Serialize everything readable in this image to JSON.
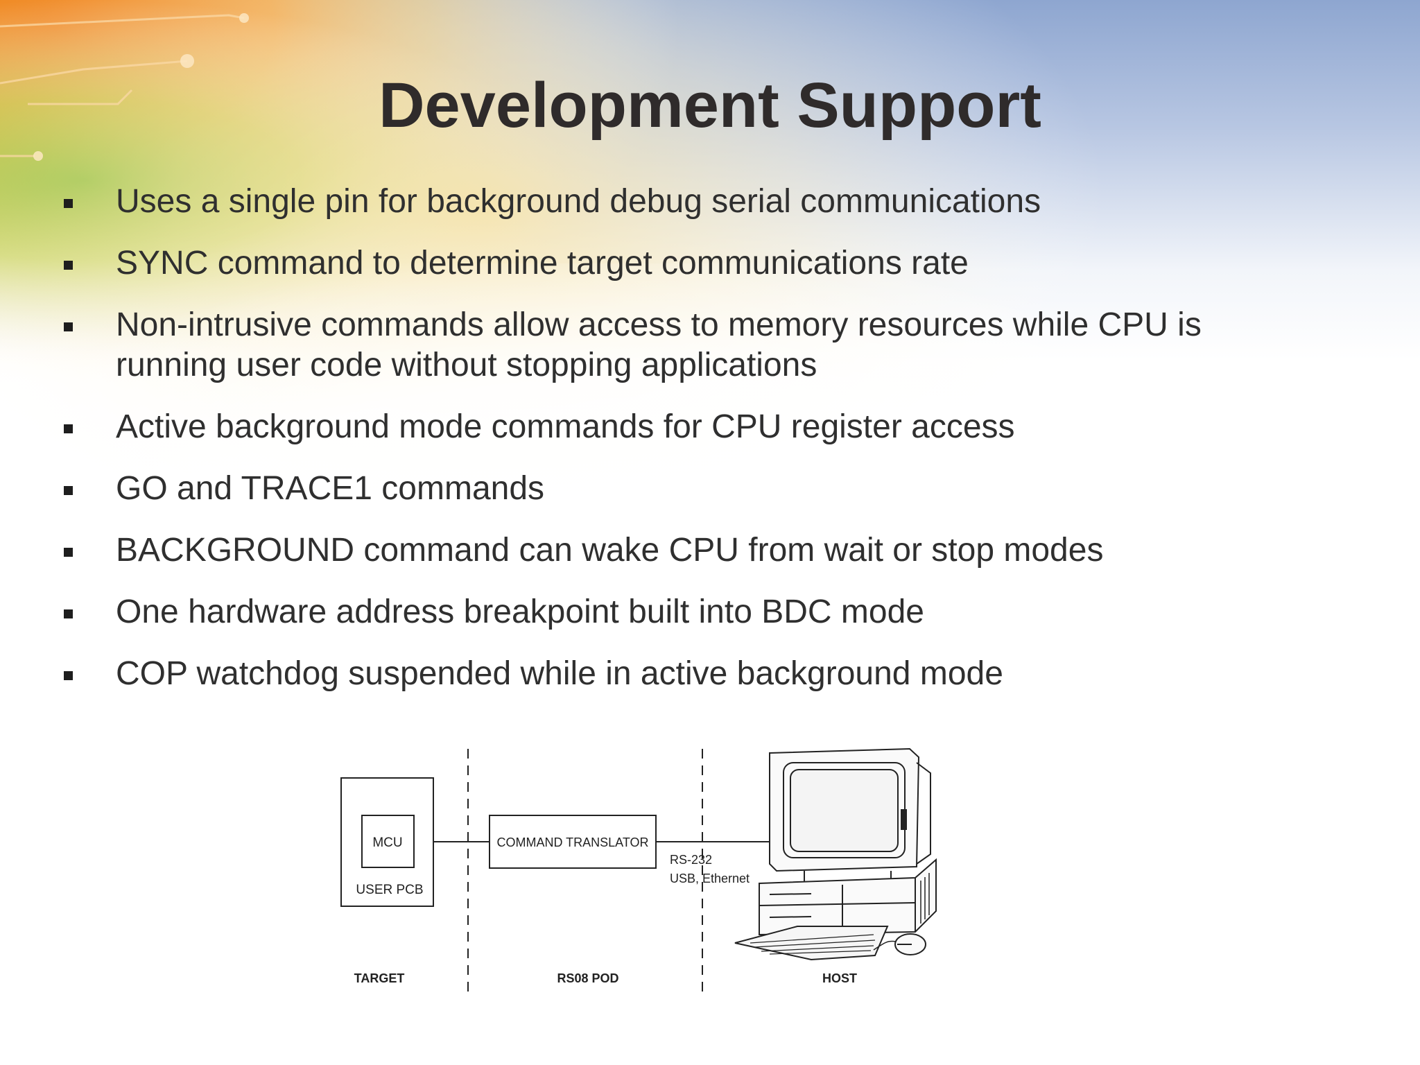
{
  "slide": {
    "title": "Development Support",
    "bullets": [
      {
        "line1": "Uses a single pin for background debug serial communications",
        "line2": ""
      },
      {
        "line1": "SYNC command to determine target communications rate",
        "line2": ""
      },
      {
        "line1": "Non-intrusive commands allow access to memory resources while CPU is",
        "line2": "running user code without stopping applications"
      },
      {
        "line1": "Active background mode commands for CPU register access",
        "line2": ""
      },
      {
        "line1": "GO and TRACE1 commands",
        "line2": ""
      },
      {
        "line1": "BACKGROUND command can wake CPU from wait or stop modes",
        "line2": ""
      },
      {
        "line1": "One hardware address breakpoint built into BDC mode",
        "line2": ""
      },
      {
        "line1": "COP watchdog suspended while in active background mode",
        "line2": ""
      }
    ]
  },
  "diagram": {
    "mcu_label": "MCU",
    "user_pcb_label": "USER PCB",
    "translator_label": "COMMAND TRANSLATOR",
    "link_label_1": "RS-232",
    "link_label_2": "USB, Ethernet",
    "section_target": "TARGET",
    "section_pod": "RS08 POD",
    "section_host": "HOST"
  },
  "colors": {
    "title": "#2f2b2b",
    "text": "#2f2f2f",
    "accent_orange": "#f08a1c",
    "accent_green": "#9cc43a",
    "accent_blue": "#8fa8d2"
  }
}
